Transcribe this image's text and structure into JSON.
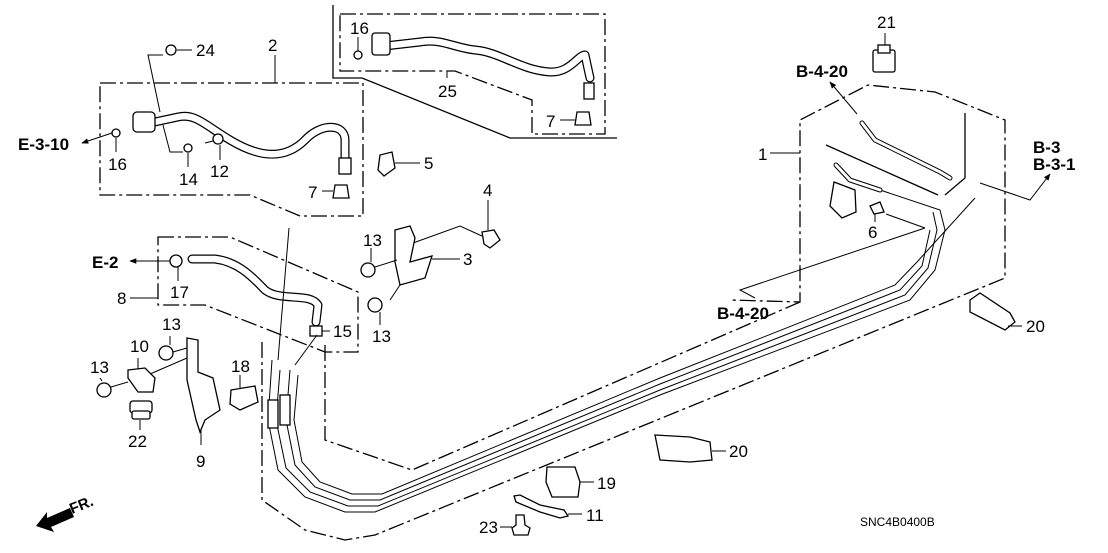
{
  "diagram": {
    "title": "Fuel Pipe Parts Diagram",
    "drawing_code": "SNC4B0400B",
    "direction_label": "FR.",
    "callouts": {
      "c1": "1",
      "c2": "2",
      "c3": "3",
      "c4": "4",
      "c5": "5",
      "c6": "6",
      "c7a": "7",
      "c7b": "7",
      "c8": "8",
      "c9": "9",
      "c10": "10",
      "c11": "11",
      "c12": "12",
      "c13a": "13",
      "c13b": "13",
      "c13c": "13",
      "c13d": "13",
      "c14": "14",
      "c15": "15",
      "c16a": "16",
      "c16b": "16",
      "c17": "17",
      "c18": "18",
      "c19": "19",
      "c20a": "20",
      "c20b": "20",
      "c21": "21",
      "c22": "22",
      "c23": "23",
      "c24": "24",
      "c25": "25"
    },
    "references": {
      "e310": "E-3-10",
      "e2": "E-2",
      "b420_top": "B-4-20",
      "b420_mid": "B-4-20",
      "b3": "B-3",
      "b31": "B-3-1"
    }
  }
}
